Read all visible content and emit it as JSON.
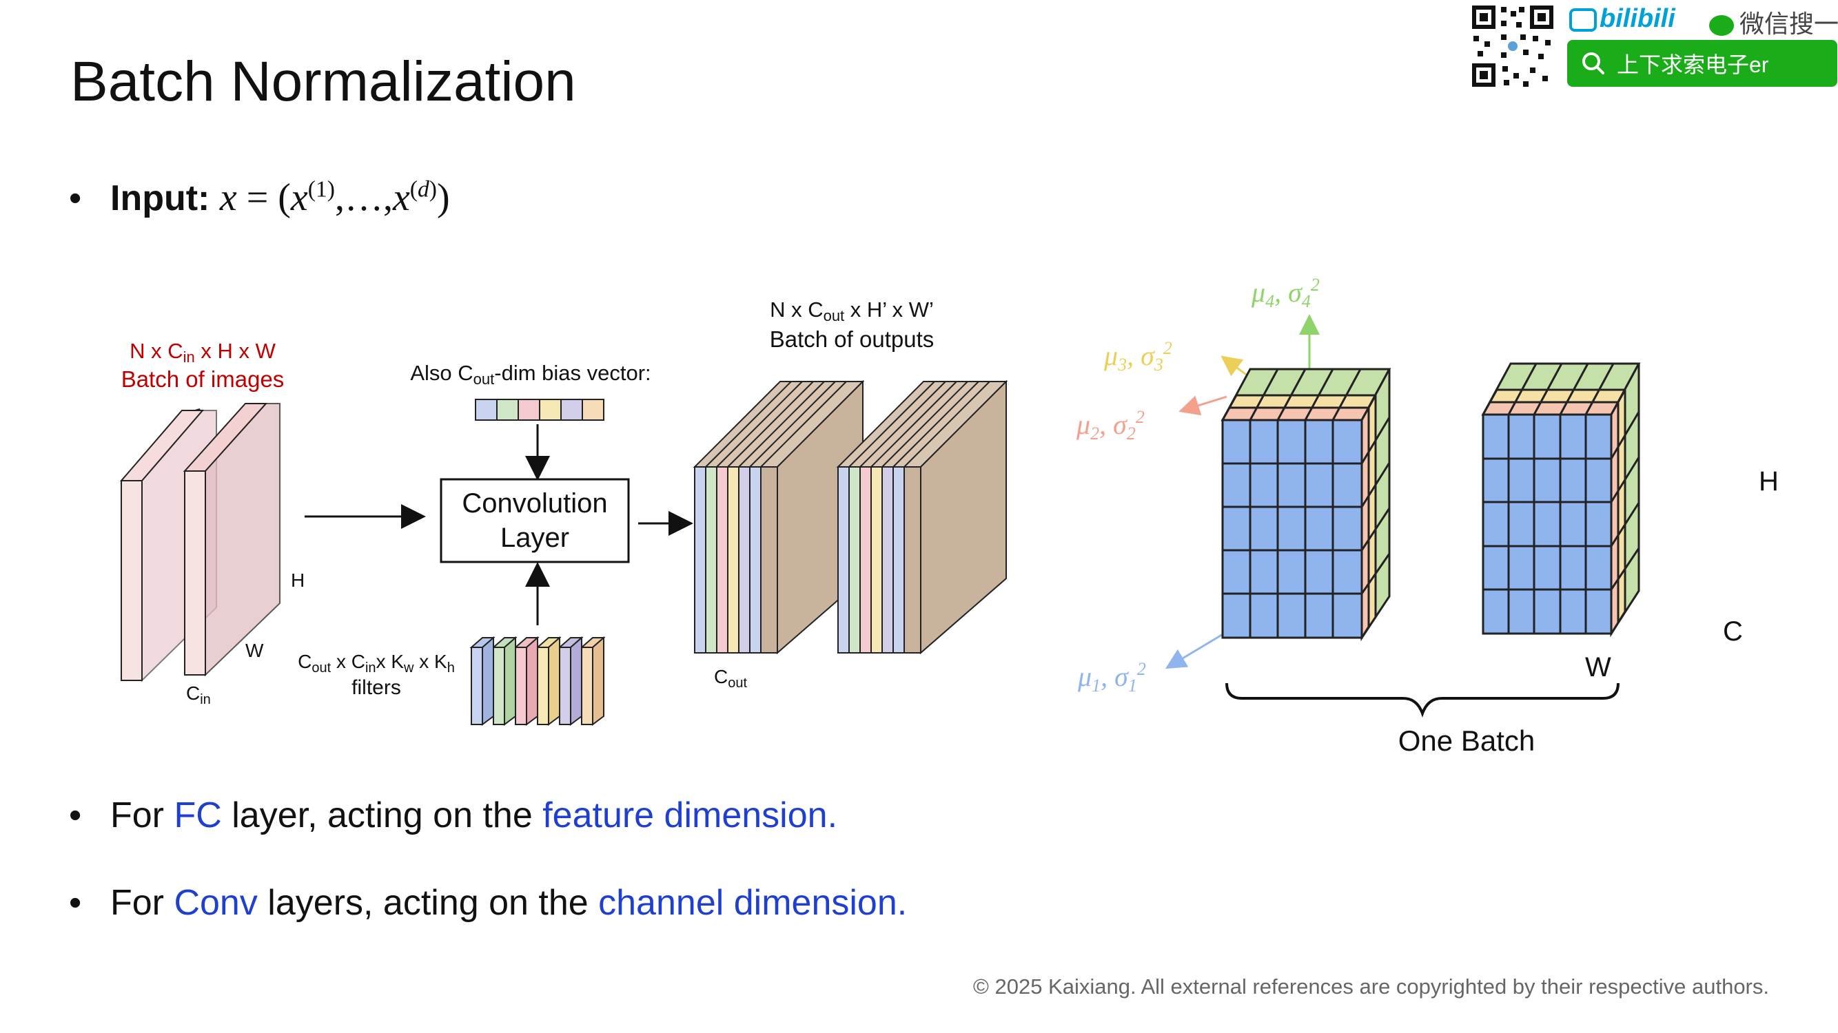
{
  "slide": {
    "title": "Batch Normalization",
    "input_label": "Input:",
    "input_formula": "x = (x(1),…,x(d))",
    "bullets": [
      {
        "pre": "For ",
        "hl1": "FC",
        "mid": " layer, acting on the ",
        "hl2": "feature dimension."
      },
      {
        "pre": "For ",
        "hl1": "Conv",
        "mid": " layers, acting on the ",
        "hl2": "channel dimension."
      }
    ],
    "footer": "© 2025 Kaixiang. All external references are copyrighted by their respective authors."
  },
  "badge": {
    "bilibili": "bilibili",
    "wechat_label": "微信搜一搜",
    "search_text": "上下求索电子er"
  },
  "left_diagram": {
    "input_line1": "N x Cin x H x W",
    "input_line2": "Batch of images",
    "bias_label": "Also Cout-dim bias vector:",
    "conv_line1": "Convolution",
    "conv_line2": "Layer",
    "filters_line1": "Cout x Cinx Kw x Kh",
    "filters_line2": "filters",
    "output_line1": "N x Cout x H’ x W’",
    "output_line2": "Batch of outputs",
    "label_h": "H",
    "label_w": "W",
    "label_cin": "Cin",
    "label_cout": "Cout"
  },
  "right_diagram": {
    "stats": [
      "μ1, σ1²",
      "μ2, σ2²",
      "μ3, σ3²",
      "μ4, σ4²"
    ],
    "label_h": "H",
    "label_w": "W",
    "label_c": "C",
    "batch_label": "One Batch"
  },
  "colors": {
    "accent_blue": "#1f3fd1",
    "input_red": "#c00000",
    "cube_front": "#8fb4ee",
    "slice1": "#a8c4ec",
    "slice2": "#f6c5b2",
    "slice3": "#f5e1a5",
    "slice4": "#c5e0a8",
    "output_face": "#c9b39c",
    "qr_badge_green": "#1aad19",
    "bilibili_blue": "#00a1d6"
  }
}
